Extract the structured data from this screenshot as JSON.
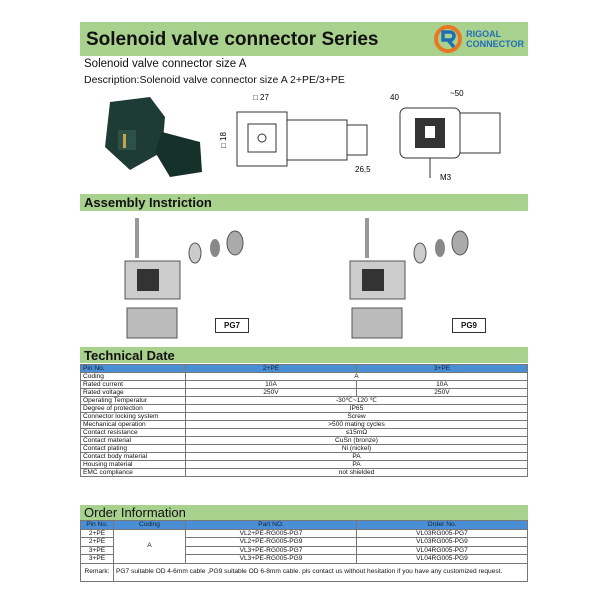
{
  "header": {
    "title": "Solenoid valve connector Series",
    "logo_line1": "RIGOAL",
    "logo_line2": "CONNECTOR"
  },
  "subtitle": "Solenoid valve connector size A",
  "description": "Description:Solenoid valve connector size A  2+PE/3+PE",
  "drawing": {
    "dim_27": "□ 27",
    "dim_18": "□ 18",
    "dim_26_5": "26,5",
    "dim_40": "40",
    "dim_50": "~50",
    "dim_m3": "M3"
  },
  "assembly": {
    "title": "Assembly Instriction",
    "label_pg7": "PG7",
    "label_pg9": "PG9"
  },
  "technical": {
    "title": "Technical Date",
    "header": [
      "Pin No.",
      "2+PE",
      "3+PE"
    ],
    "rows": [
      [
        "Coding",
        "A"
      ],
      [
        "Rated current",
        "10A",
        "10A"
      ],
      [
        "Rated voltage",
        "250V",
        "250V"
      ],
      [
        "Operating Temperatur",
        "-30℃~120 ℃"
      ],
      [
        "Degree of protection",
        "IP65"
      ],
      [
        "Connector locking system",
        "Screw"
      ],
      [
        "Mechanical operation",
        ">500 mating cycles"
      ],
      [
        "Contact resistance",
        "≤15mΩ"
      ],
      [
        "Contact material",
        "CuSn (bronze)"
      ],
      [
        "Contact plating",
        "Ni (nickel)"
      ],
      [
        "Contact body material",
        "PA"
      ],
      [
        "Housing material",
        "PA"
      ],
      [
        "EMC compliance",
        "not shielded"
      ]
    ]
  },
  "order": {
    "title": "Order Information",
    "header": [
      "Pin No.",
      "Coding",
      "Part NO.",
      "Order No."
    ],
    "coding": "A",
    "rows": [
      [
        "2+PE",
        "VL2+PE-RG005-PG7",
        "VL03RG005-PG7"
      ],
      [
        "2+PE",
        "VL2+PE-RG005-PG9",
        "VL03RG005-PG9"
      ],
      [
        "3+PE",
        "VL3+PE-RG005-PG7",
        "VL04RG005-PG7"
      ],
      [
        "3+PE",
        "VL3+PE-RG005-PG9",
        "VL04RG005-PG9"
      ]
    ],
    "remark_label": "Remark:",
    "remark": "PG7 suitable OD 4-6mm cable ,PG9 suitable OD 6-8mm cable. pls contact us without hesitation if you have any customized request."
  },
  "colors": {
    "green": "#a9d18e",
    "blue": "#4a8fd6"
  }
}
